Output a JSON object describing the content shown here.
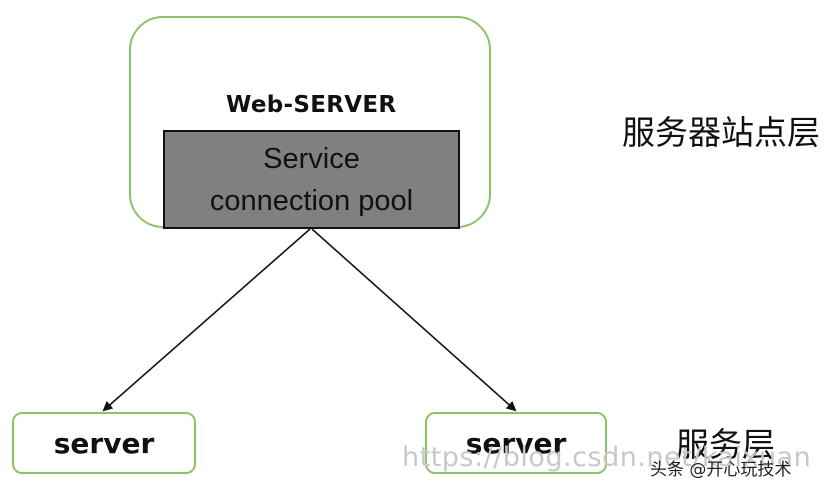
{
  "web_server": {
    "label": "Web-SERVER",
    "pool_line1": "Service",
    "pool_line2": "connection pool"
  },
  "servers": {
    "left_label": "server",
    "right_label": "server"
  },
  "layers": {
    "station_layer": "服务器站点层",
    "service_layer": "服务层"
  },
  "watermarks": {
    "url": "https://blog.csdn.net/kaixuan",
    "author": "头条 @开心玩技术"
  },
  "colors": {
    "box_border": "#8cc26a",
    "pool_fill": "#808080",
    "arrow": "#111111"
  }
}
